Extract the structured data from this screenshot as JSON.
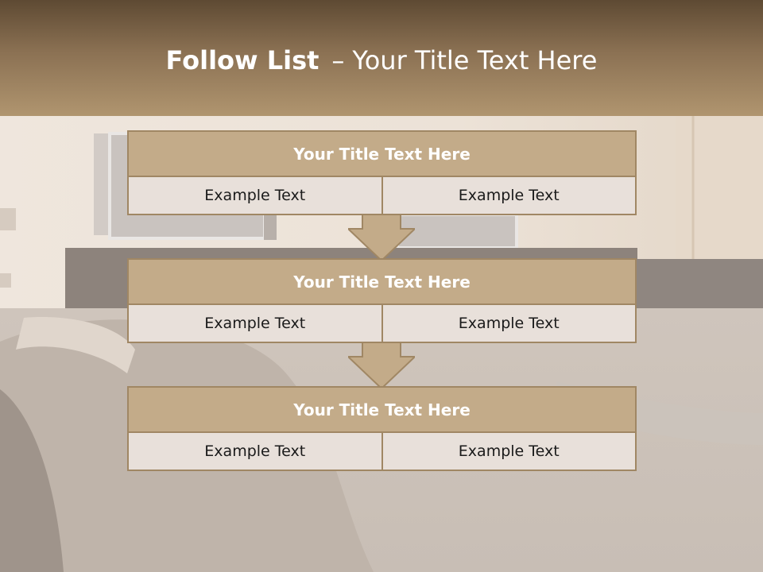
{
  "slide": {
    "title_bold": "Follow List",
    "title_dash": "–",
    "title_rest": "Your Title Text Here"
  },
  "steps": [
    {
      "title": "Your Title Text Here",
      "left": "Example Text",
      "right": "Example Text"
    },
    {
      "title": "Your Title Text Here",
      "left": "Example Text",
      "right": "Example Text"
    },
    {
      "title": "Your Title Text Here",
      "left": "Example Text",
      "right": "Example Text"
    }
  ],
  "colors": {
    "banner_top": "#5e4a33",
    "banner_bottom": "#b0956f",
    "block_header": "#c3ab89",
    "block_cell": "#e8e0da",
    "border": "#a08764",
    "arrow_fill": "#c3ab89"
  }
}
